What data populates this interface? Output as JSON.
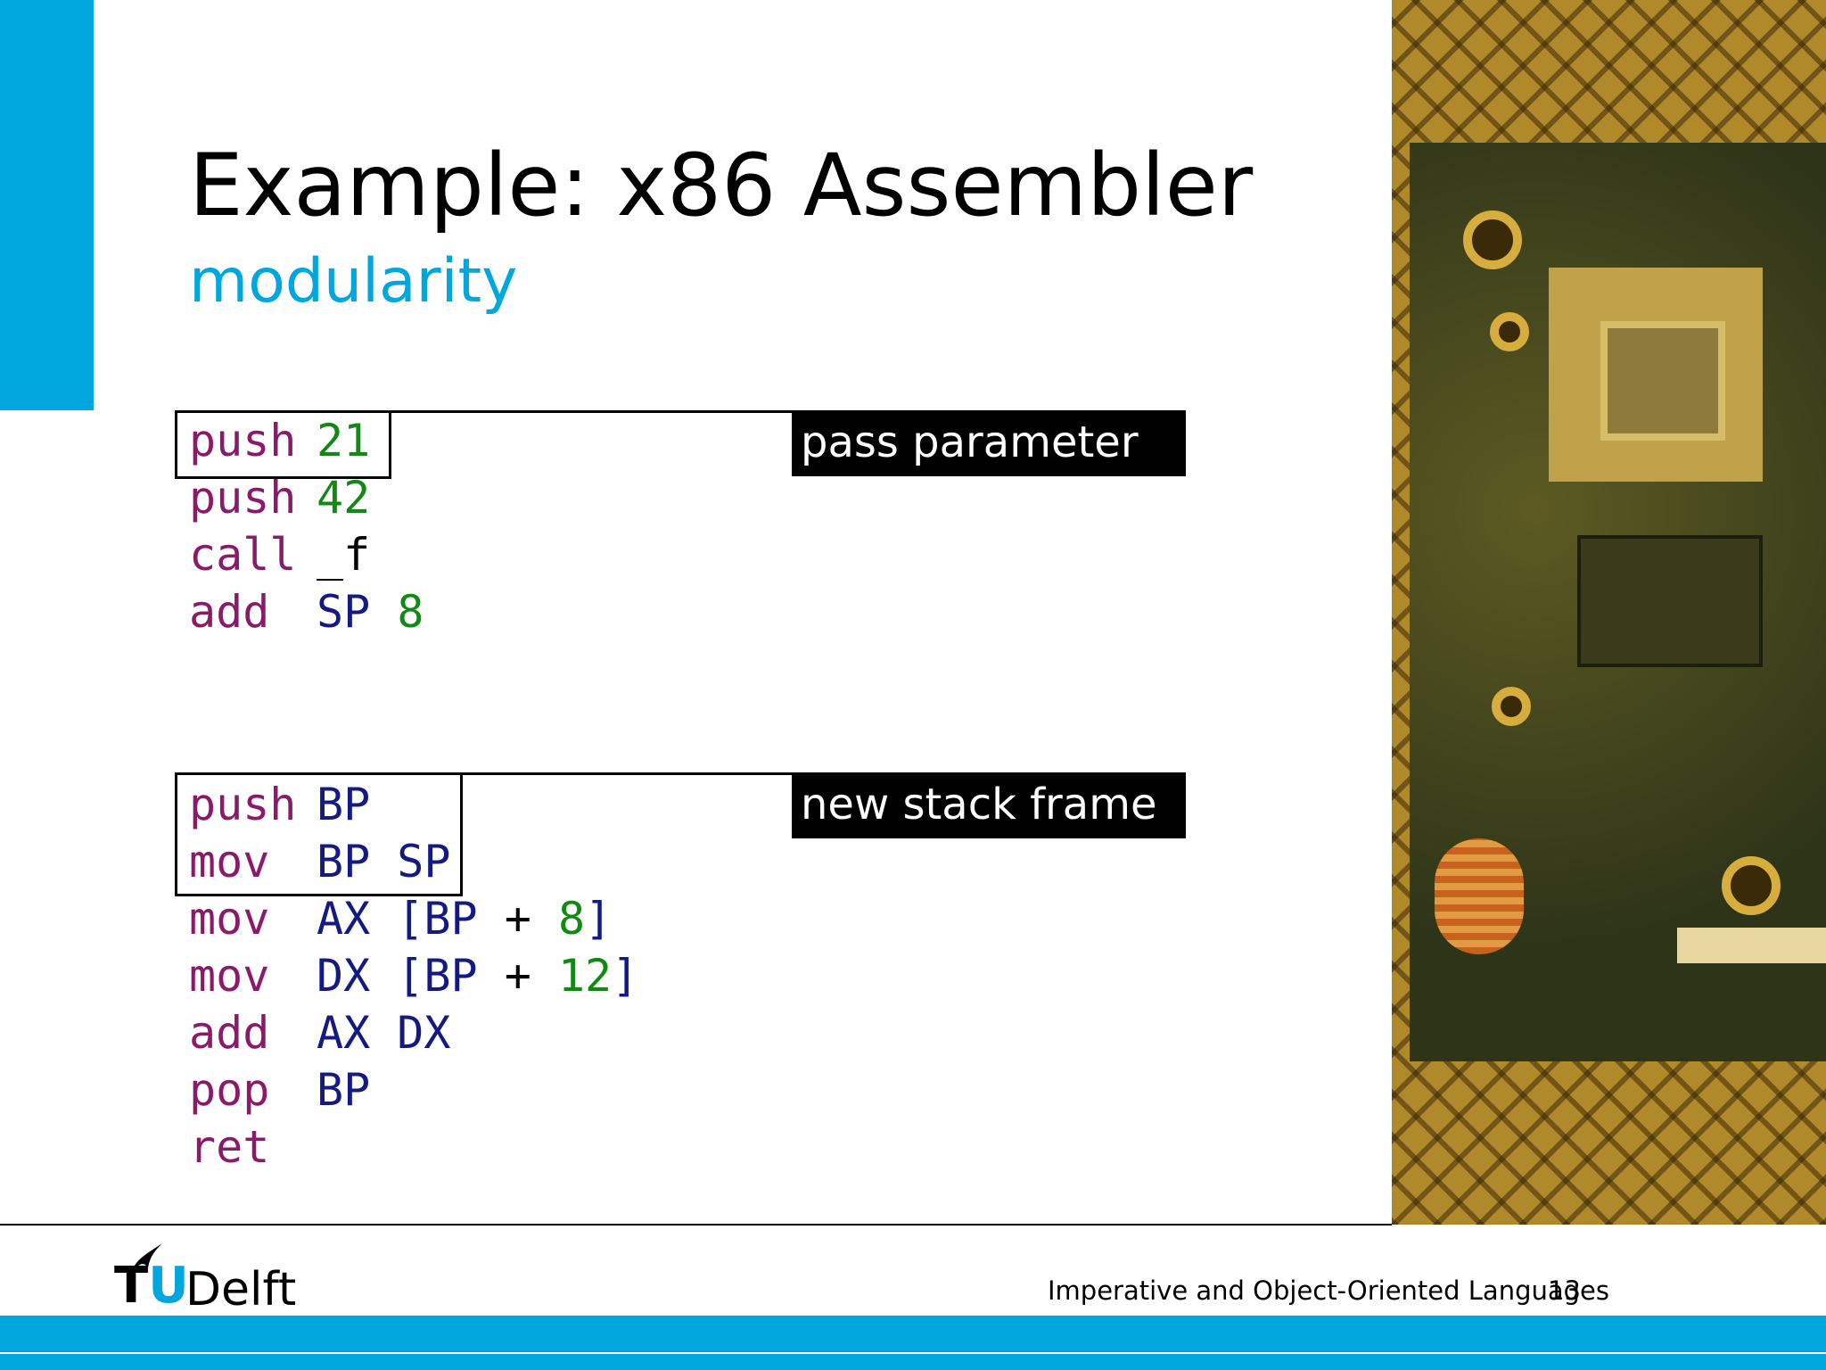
{
  "slide": {
    "title": "Example: x86 Assembler",
    "subtitle": "modularity"
  },
  "caller_code": {
    "label": "pass parameter",
    "lines": [
      {
        "op": "push",
        "parts": [
          {
            "t": "21",
            "k": "num"
          }
        ]
      },
      {
        "op": "push",
        "parts": [
          {
            "t": "42",
            "k": "num"
          }
        ]
      },
      {
        "op": "call",
        "parts": [
          {
            "t": "_f",
            "k": "sym"
          }
        ]
      },
      {
        "op": "add",
        "parts": [
          {
            "t": "SP",
            "k": "reg"
          },
          {
            "t": " ",
            "k": "sym"
          },
          {
            "t": "8",
            "k": "num"
          }
        ]
      }
    ]
  },
  "callee_code": {
    "label": "new stack frame",
    "lines": [
      {
        "op": "push",
        "parts": [
          {
            "t": "BP",
            "k": "reg"
          }
        ]
      },
      {
        "op": "mov",
        "parts": [
          {
            "t": "BP SP",
            "k": "reg"
          }
        ]
      },
      {
        "op": "mov",
        "parts": [
          {
            "t": "AX [BP",
            "k": "reg"
          },
          {
            "t": " + ",
            "k": "sym"
          },
          {
            "t": "8",
            "k": "num"
          },
          {
            "t": "]",
            "k": "reg"
          }
        ]
      },
      {
        "op": "mov",
        "parts": [
          {
            "t": "DX [BP",
            "k": "reg"
          },
          {
            "t": " + ",
            "k": "sym"
          },
          {
            "t": "12",
            "k": "num"
          },
          {
            "t": "]",
            "k": "reg"
          }
        ]
      },
      {
        "op": "add",
        "parts": [
          {
            "t": "AX DX",
            "k": "reg"
          }
        ]
      },
      {
        "op": "pop",
        "parts": [
          {
            "t": "BP",
            "k": "reg"
          }
        ]
      },
      {
        "op": "ret",
        "parts": []
      }
    ]
  },
  "footer": {
    "logo_tu_t": "T",
    "logo_tu_u": "U",
    "logo_delft": "Delft",
    "course": "Imperative and Object-Oriented Languages",
    "page": "13"
  },
  "colors": {
    "accent": "#00a6de",
    "keyword": "#8b1a6b",
    "number": "#118a11",
    "register": "#141a82"
  },
  "icons": {
    "logo_flame": "flame-icon"
  }
}
